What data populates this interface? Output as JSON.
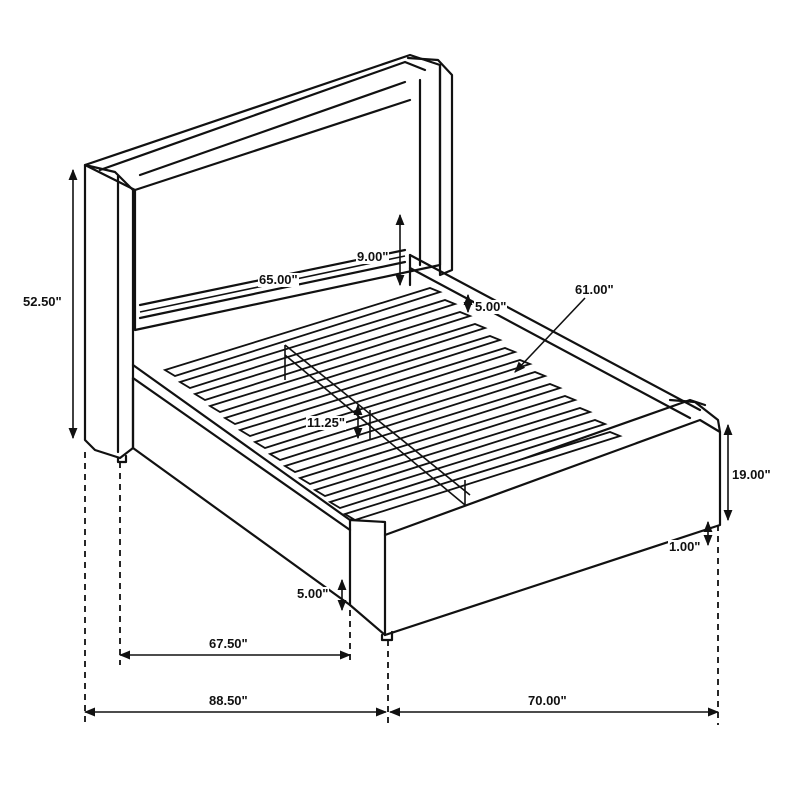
{
  "dimensions": {
    "headboard_height": "52.50\"",
    "headboard_width": "65.00\"",
    "headboard_panel_gap": "9.00\"",
    "side_rail_height": "5.00\"",
    "slat_length": "61.00\"",
    "center_support_height": "11.25\"",
    "footboard_height": "19.00\"",
    "floor_clearance": "1.00\"",
    "leg_height": "5.00\"",
    "inner_length": "67.50\"",
    "overall_length": "88.50\"",
    "overall_width": "70.00\""
  }
}
